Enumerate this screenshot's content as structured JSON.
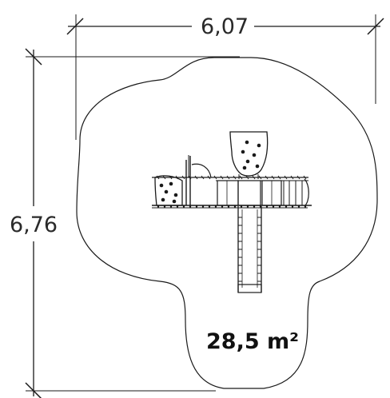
{
  "dimensions": {
    "width_label": "6,07",
    "height_label": "6,76"
  },
  "area": {
    "label": "28,5 m²"
  },
  "colors": {
    "line": "#1a1a1a",
    "text": "#2a2a2a",
    "background": "#ffffff"
  }
}
